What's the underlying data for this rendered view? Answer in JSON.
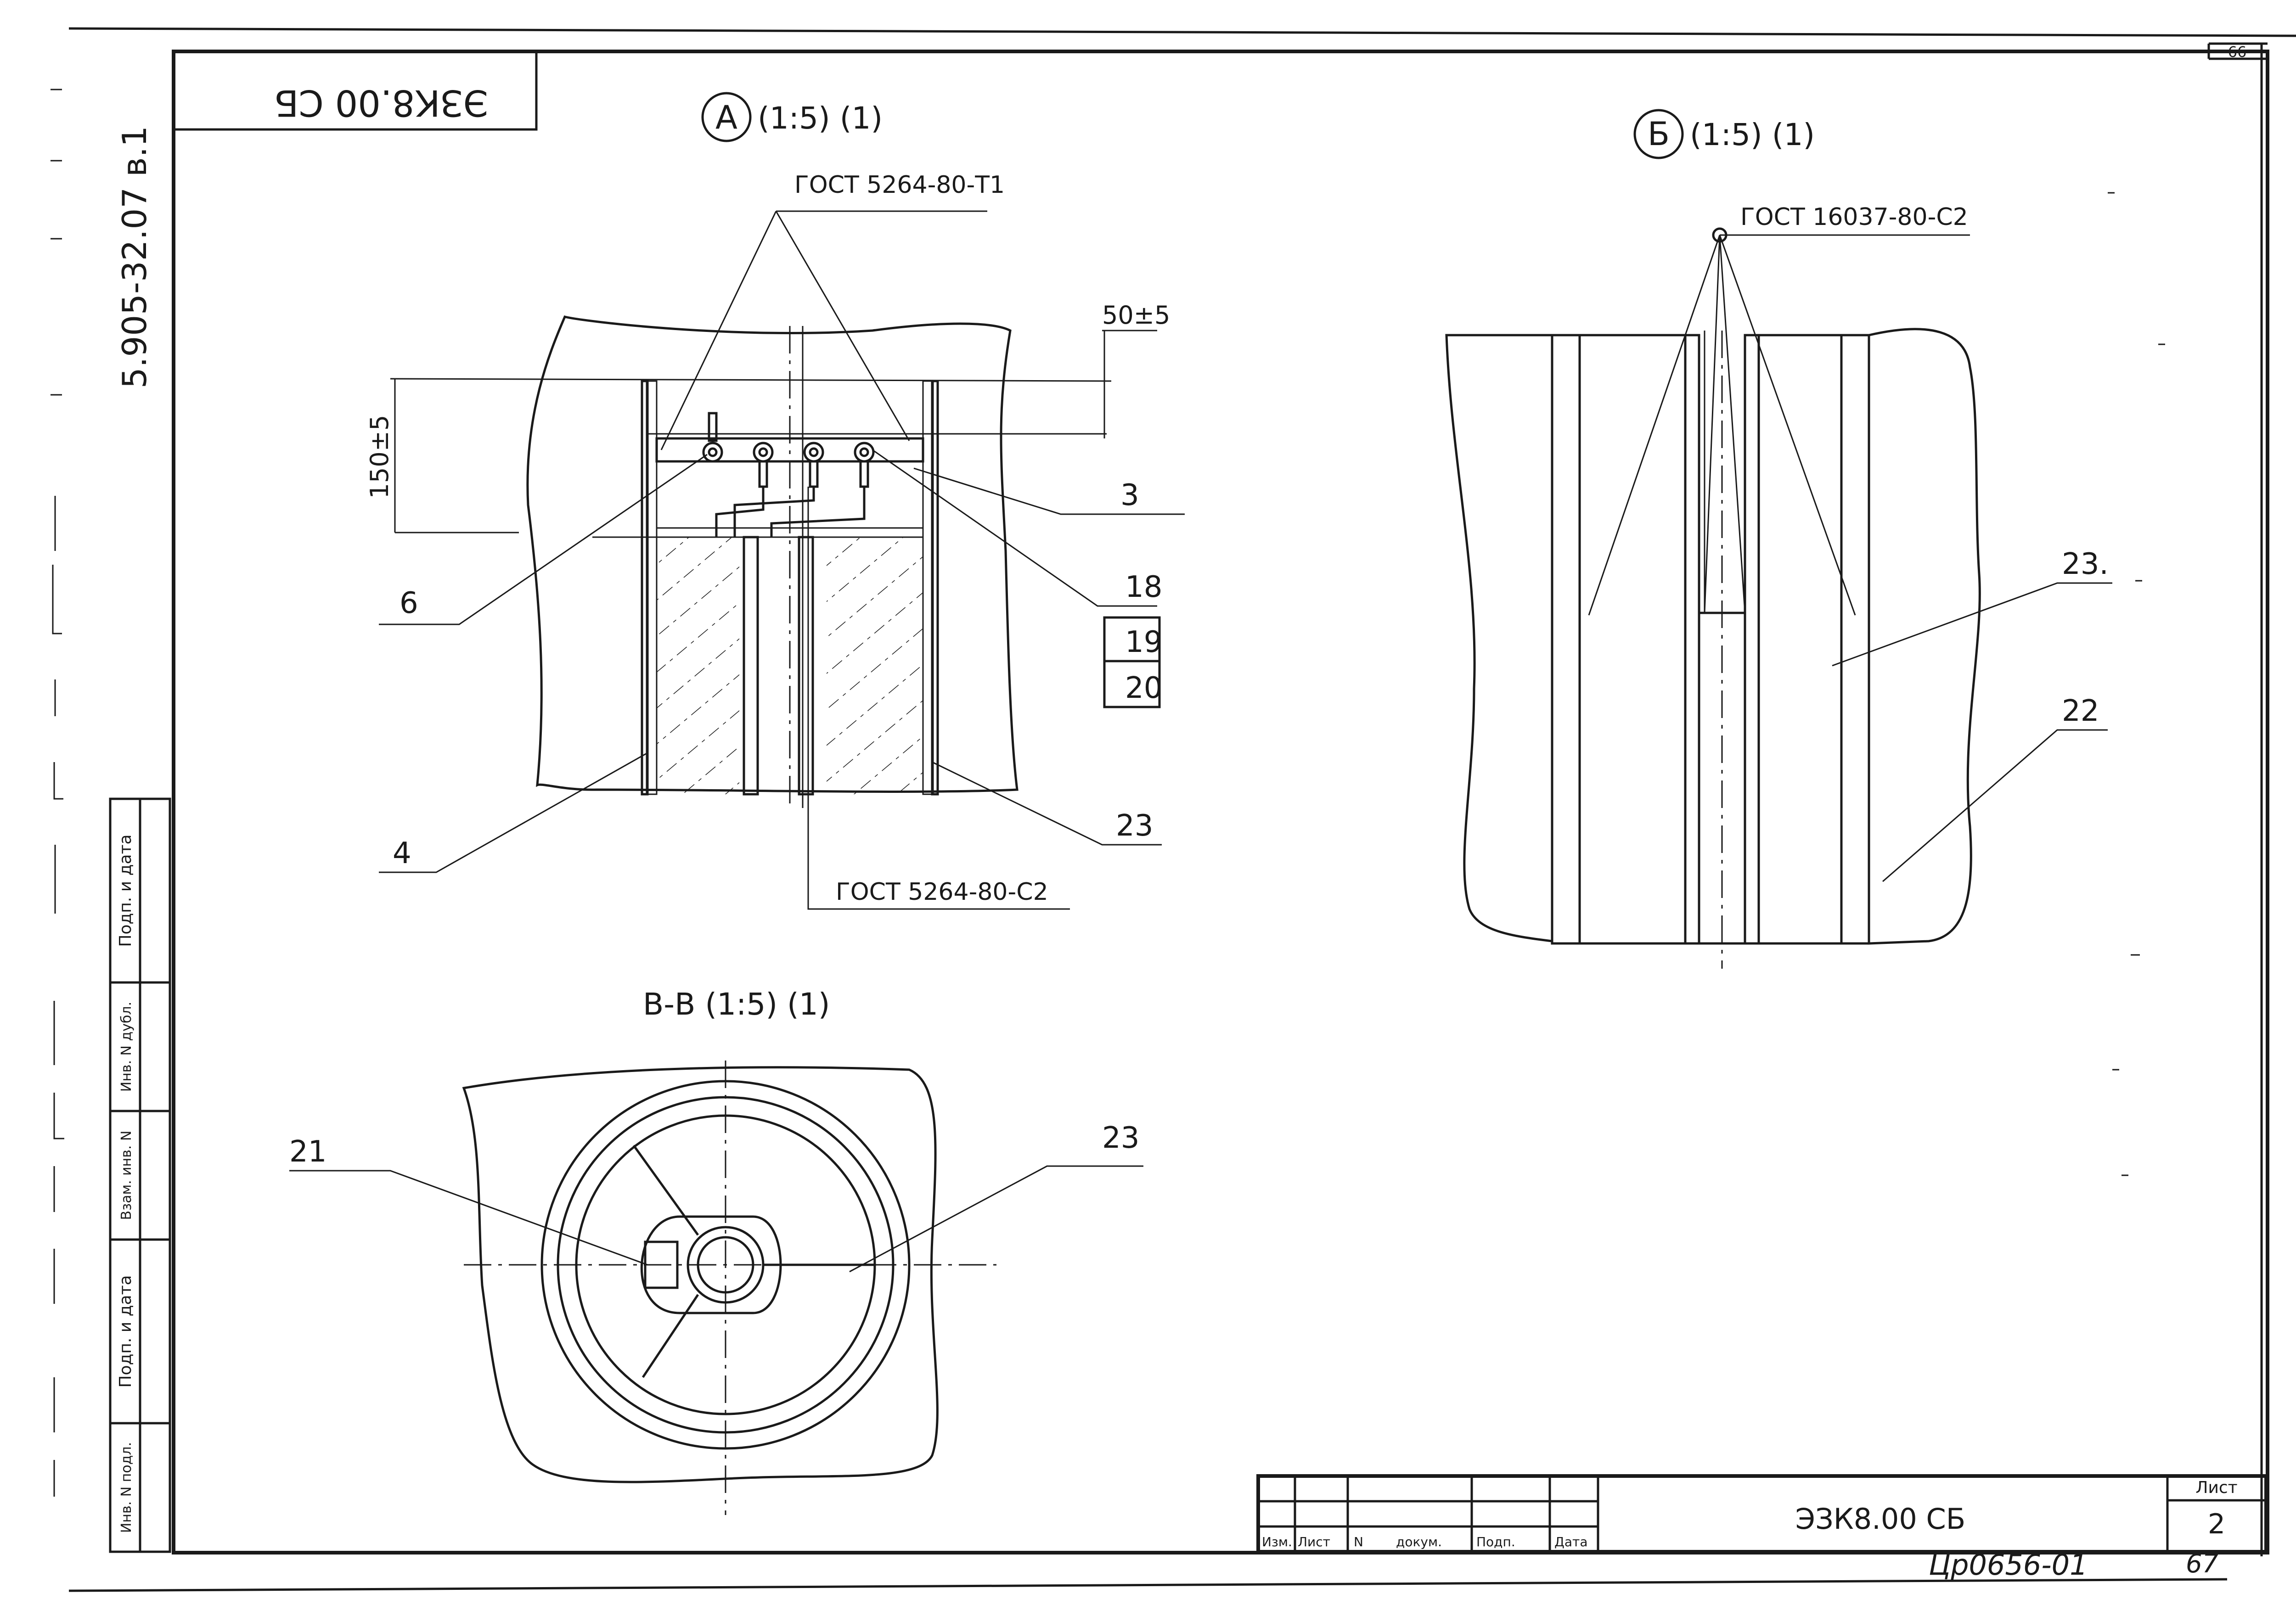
{
  "stamp_rotated": "ЭЗК8.00 СБ",
  "doc_code_vertical": "5.905-32.07 в.1",
  "page_corner": "66",
  "view_a": {
    "marker": "А",
    "scale": "(1:5) (1)",
    "gost_top": "ГОСТ 5264-80-Т1",
    "gost_bottom": "ГОСТ 5264-80-С2",
    "dim_top": "50±5",
    "dim_side": "150±5",
    "callouts": [
      "3",
      "6",
      "18",
      "19",
      "20",
      "4",
      "23"
    ]
  },
  "view_b": {
    "marker": "Б",
    "scale": "(1:5) (1)",
    "gost": "ГОСТ 16037-80-С2",
    "callouts": [
      "23.",
      "22"
    ]
  },
  "section_v": {
    "title": "В-В (1:5) (1)",
    "callouts": [
      "21",
      "23"
    ]
  },
  "side_stamp_labels": [
    "Подп. и дата",
    "Инв. N дубл.",
    "Взам. инв. N",
    "Подп. и дата",
    "Инв. N подл."
  ],
  "title_block": {
    "headers": [
      "Изм.",
      "Лист",
      "N",
      "докум.",
      "Подп.",
      "Дата"
    ],
    "designation": "ЭЗК8.00 СБ",
    "sheet_label": "Лист",
    "sheet_number": "2",
    "handwritten_code": "Цр0656-01",
    "handwritten_page": "67"
  }
}
